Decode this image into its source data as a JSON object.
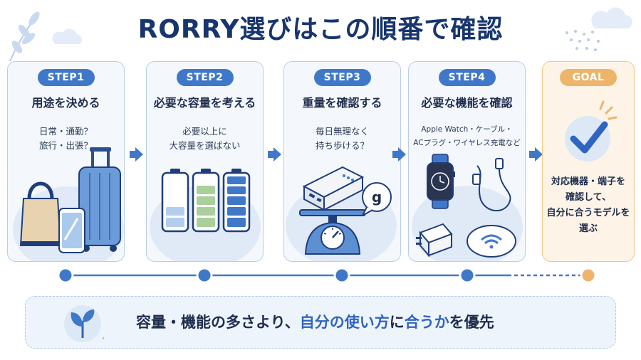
{
  "title": "RORRY選びはこの順番で確認",
  "steps": [
    {
      "badge": "STEP1",
      "title": "用途を決める",
      "desc": [
        "日常・通勤？",
        "旅行・出張？"
      ]
    },
    {
      "badge": "STEP2",
      "title": "必要な容量を考える",
      "desc": [
        "必要以上に",
        "大容量を選ばない"
      ]
    },
    {
      "badge": "STEP3",
      "title": "重量を確認する",
      "desc": [
        "毎日無理なく",
        "持ち歩ける？"
      ],
      "bubble": "g"
    },
    {
      "badge": "STEP4",
      "title": "必要な機能を確認",
      "desc": [
        "Apple Watch・ケーブル・",
        "ACプラグ・ワイヤレス充電など"
      ]
    }
  ],
  "goal": {
    "badge": "GOAL",
    "lines": [
      "対応機器・端子を",
      "確認して、",
      "自分に合うモデルを",
      "選ぶ"
    ]
  },
  "banner": {
    "part1": "容量・機能の多さより、",
    "part2": "自分の使い方",
    "part3": "に",
    "part4": "合うか",
    "part5": "を優先"
  },
  "colors": {
    "accent": "#3f78c9",
    "goal": "#ecb56a",
    "title": "#17356e",
    "highlight": "#2f64c0"
  }
}
